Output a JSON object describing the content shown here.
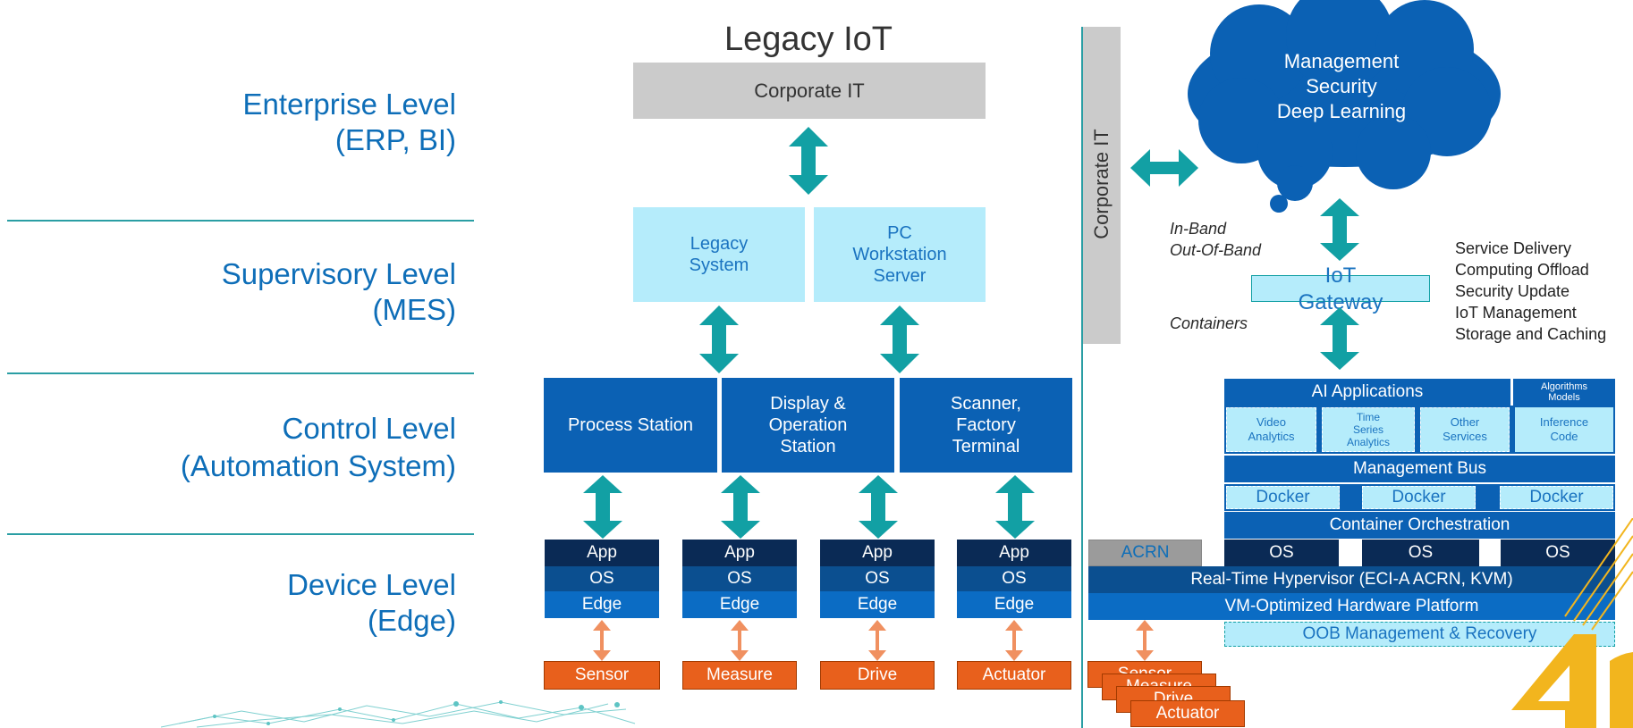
{
  "levels": {
    "enterprise": {
      "title": "Enterprise Level",
      "sub": "(ERP, BI)"
    },
    "supervisory": {
      "title": "Supervisory Level",
      "sub": "(MES)"
    },
    "control": {
      "title": "Control Level",
      "sub": "(Automation System)"
    },
    "device": {
      "title": "Device Level",
      "sub": "(Edge)"
    }
  },
  "legacy": {
    "title": "Legacy IoT",
    "corporate_it": "Corporate IT",
    "legacy_system": "Legacy\nSystem",
    "pc_workstation": "PC\nWorkstation\nServer",
    "process_station": "Process Station",
    "display_station": "Display &\nOperation\nStation",
    "scanner_terminal": "Scanner,\nFactory\nTerminal",
    "stacks": [
      {
        "app": "App",
        "os": "OS",
        "edge": "Edge",
        "device": "Sensor"
      },
      {
        "app": "App",
        "os": "OS",
        "edge": "Edge",
        "device": "Measure"
      },
      {
        "app": "App",
        "os": "OS",
        "edge": "Edge",
        "device": "Drive"
      },
      {
        "app": "App",
        "os": "OS",
        "edge": "Edge",
        "device": "Actuator"
      }
    ]
  },
  "modern": {
    "corporate_it": "Corporate IT",
    "cloud_text": "Management\nSecurity\nDeep Learning",
    "in_band": "In-Band",
    "out_of_band": "Out-Of-Band",
    "containers": "Containers",
    "iot_gateway": "IoT\nGateway",
    "services": [
      "Service Delivery",
      "Computing Offload",
      "Security Update",
      "IoT Management",
      "Storage and Caching"
    ],
    "ai_applications": "AI Applications",
    "algorithms_models": "Algorithms\nModels",
    "video_analytics": "Video\nAnalytics",
    "time_series": "Time\nSeries\nAnalytics",
    "other_services": "Other\nServices",
    "inference_code": "Inference\nCode",
    "management_bus": "Management Bus",
    "dockers": [
      "Docker",
      "Docker",
      "Docker"
    ],
    "container_orchestration": "Container Orchestration",
    "acrn": "ACRN",
    "os_labels": [
      "OS",
      "OS",
      "OS"
    ],
    "hypervisor": "Real-Time Hypervisor (ECI-A ACRN, KVM)",
    "hw_platform": "VM-Optimized Hardware Platform",
    "oob": "OOB Management & Recovery",
    "devices": [
      "Sensor",
      "Measure",
      "Drive",
      "Actuator"
    ]
  },
  "colors": {
    "teal": "#12a0a4",
    "arrow_orange": "#f09060",
    "dark_blue": "#0b61b4",
    "light_blue": "#b5ecfb"
  }
}
